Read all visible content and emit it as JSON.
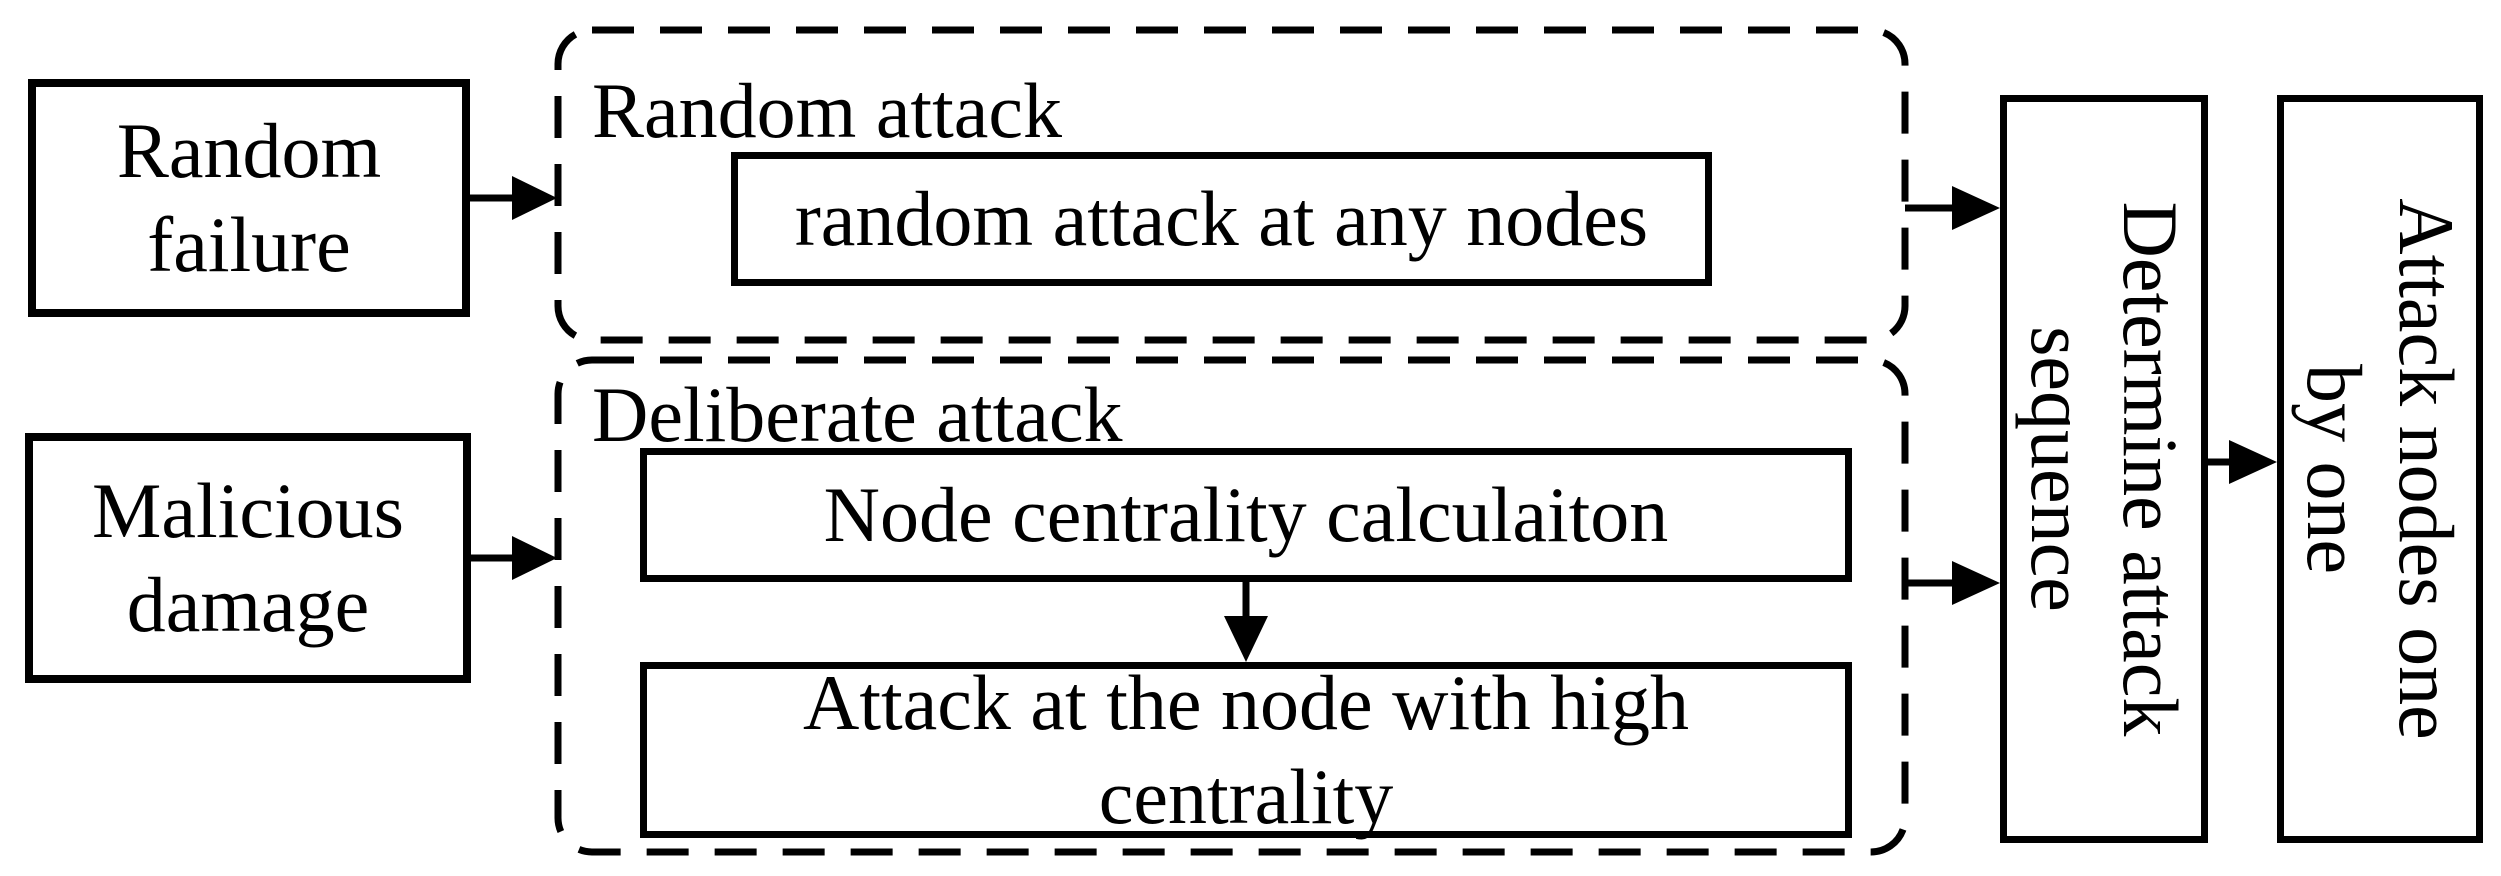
{
  "colors": {
    "ink": "#000000",
    "paper": "#ffffff"
  },
  "sources": [
    {
      "label": "Random\nfailure"
    },
    {
      "label": "Malicious\ndamage"
    }
  ],
  "groups": {
    "random": {
      "title": "Random attack",
      "step": "random attack at any nodes"
    },
    "deliberate": {
      "title": "Deliberate attack",
      "step1": "Node centrality calculaiton",
      "step2": "Attack at the node with high\ncentrality"
    }
  },
  "outputs": {
    "determine": "Determine attack\nsequence",
    "attack": "Attack nodes one\nby one"
  }
}
